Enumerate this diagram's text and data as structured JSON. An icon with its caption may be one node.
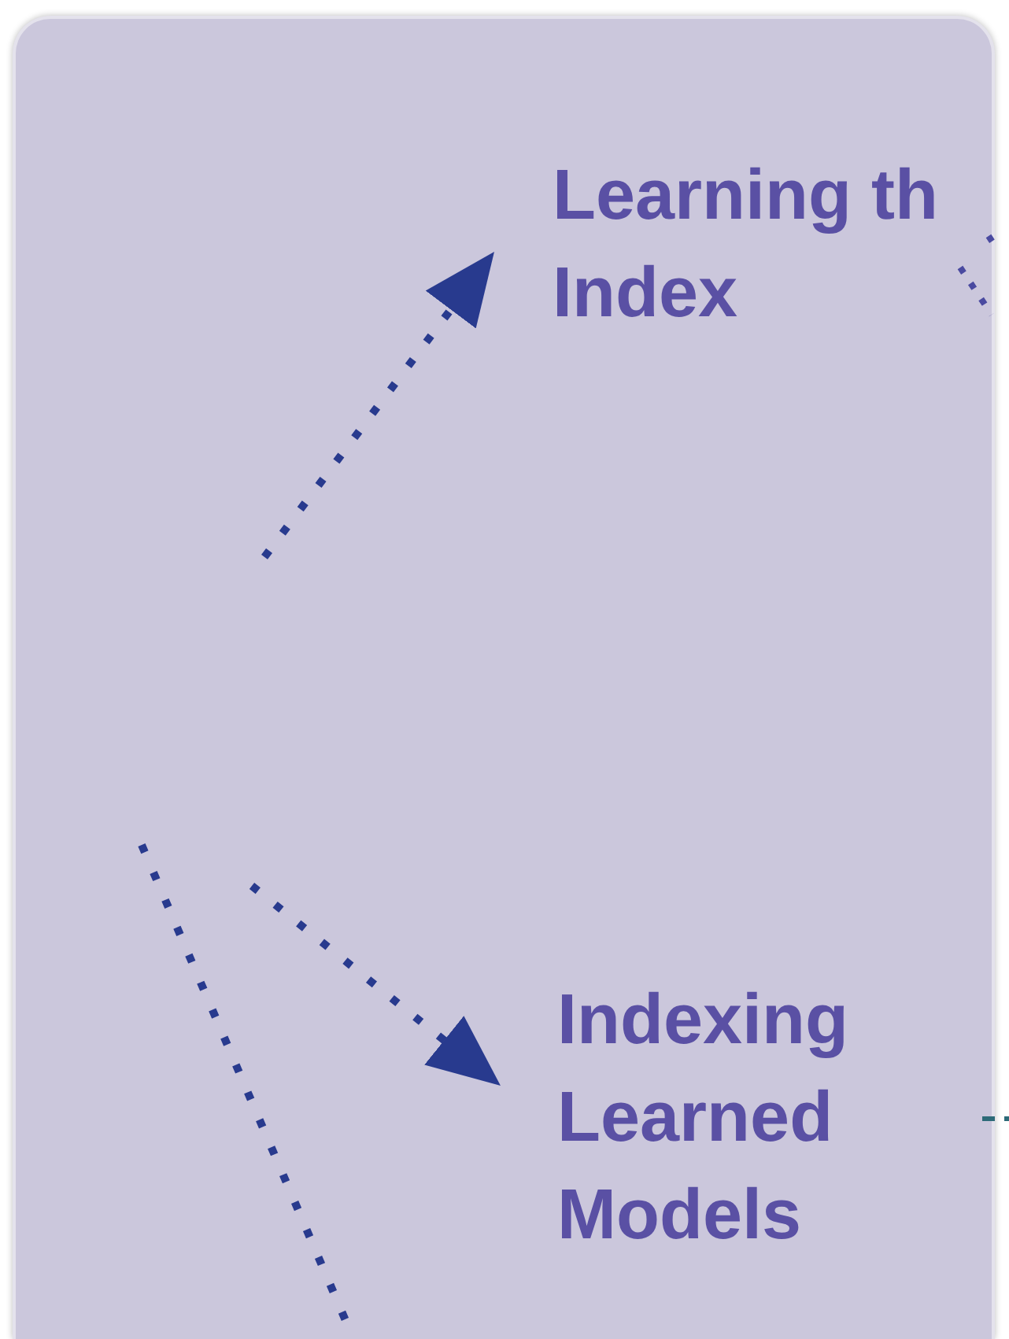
{
  "diagram": {
    "nodes": [
      {
        "text": [],
        "shape": "box"
      },
      {
        "text": [
          "Learning th Index"
        ],
        "in": 0
      },
      {
        "text": [
          "Indexing Learned Models"
        ],
        "in": 0
      }
    ],
    "edges": [
      {
        "from": null,
        "to": 1,
        "arrow": "to",
        "style": "dashed"
      },
      {
        "from": null,
        "to": 2,
        "arrow": "to",
        "style": "dashed"
      }
    ]
  }
}
